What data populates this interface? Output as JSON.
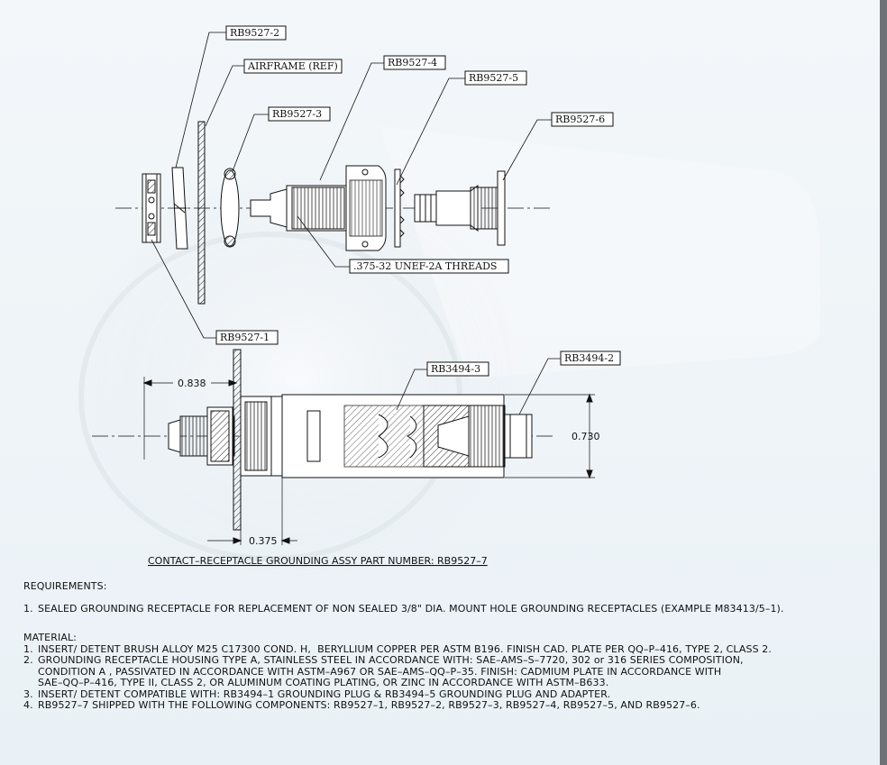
{
  "callouts": {
    "rb9527_2": "RB9527-2",
    "airframe": "AIRFRAME (REF)",
    "rb9527_4": "RB9527-4",
    "rb9527_5": "RB9527-5",
    "rb9527_3": "RB9527-3",
    "rb9527_6": "RB9527-6",
    "threads": ".375-32 UNEF-2A THREADS",
    "rb9527_1": "RB9527-1",
    "rb3494_3": "RB3494-3",
    "rb3494_2": "RB3494-2"
  },
  "dimensions": {
    "d1": "0.838",
    "d2": "0.730",
    "d3": "0.375"
  },
  "assembly_caption": "CONTACT–RECEPTACLE GROUNDING ASSY PART NUMBER: RB9527–7",
  "requirements": {
    "heading": "REQUIREMENTS:",
    "items": [
      {
        "num": "1.",
        "text": "SEALED GROUNDING RECEPTACLE FOR REPLACEMENT OF NON SEALED 3/8\" DIA. MOUNT HOLE GROUNDING RECEPTACLES (EXAMPLE M83413/5–1)."
      }
    ]
  },
  "material": {
    "heading": "MATERIAL:",
    "items": [
      {
        "num": "1.",
        "text": "INSERT/ DETENT BRUSH ALLOY M25 C17300 COND. H,  BERYLLIUM COPPER PER ASTM B196. FINISH CAD. PLATE PER QQ–P–416, TYPE 2, CLASS 2."
      },
      {
        "num": "2.",
        "text": "GROUNDING RECEPTACLE HOUSING TYPE A, STAINLESS STEEL IN ACCORDANCE WITH: SAE–AMS–S–7720, 302 or 316 SERIES COMPOSITION,\nCONDITION A , PASSIVATED IN ACCORDANCE WITH ASTM–A967 OR SAE–AMS–QQ–P–35. FINISH: CADMIUM PLATE IN ACCORDANCE WITH\nSAE–QQ–P–416, TYPE II, CLASS 2, OR ALUMINUM COATING PLATING, OR ZINC IN ACCORDANCE WITH ASTM–B633."
      },
      {
        "num": "3.",
        "text": "INSERT/ DETENT COMPATIBLE WITH: RB3494–1 GROUNDING PLUG & RB3494–5 GROUNDING PLUG AND ADAPTER."
      },
      {
        "num": "4.",
        "text": "RB9527–7 SHIPPED WITH THE FOLLOWING COMPONENTS: RB9527–1, RB9527–2, RB9527–3, RB9527–4, RB9527–5, AND RB9527–6."
      }
    ]
  },
  "colors": {
    "background": "#eef3f7",
    "line": "#111111",
    "frame": "#6f7378"
  }
}
